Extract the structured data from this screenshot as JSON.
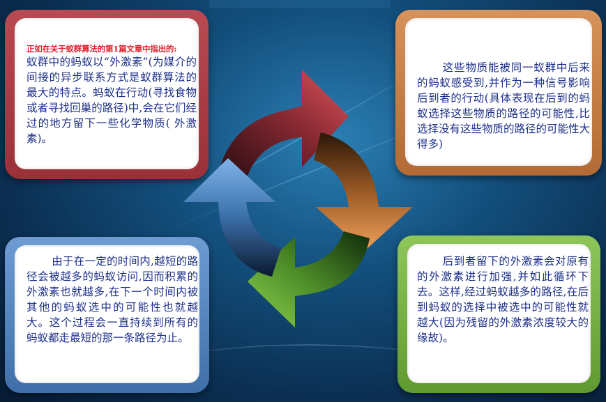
{
  "cards": {
    "top_left": {
      "lead": "正如在关于蚁群算法的第1篇文章中指出的:",
      "body": "蚁群中的蚂蚁以“外激素”(为媒介的间接的异步联系方式是蚁群算法的最大的特点。蚂蚁在行动(寻找食物或者寻找回巢的路径)中,会在它们经过的地方留下一些化学物质( 外激素)。"
    },
    "top_right": {
      "body": "这些物质能被同一蚁群中后来的蚂蚁感受到,并作为一种信号影响后到者的行动(具体表现在后到的蚂蚁选择这些物质的路径的可能性,比选择没有这些物质的路径的可能性大得多)"
    },
    "bottom_left": {
      "body": "由于在一定的时间内,越短的路径会被越多的蚂蚁访问,因而积累的外激素也就越多,在下一个时间内被其他的蚂蚁选中的可能性也就越大。这个过程会一直持续到所有的蚂蚁都走最短的那一条路径为止。"
    },
    "bottom_right": {
      "body": "后到者留下的外激素会对原有的外激素进行加强,并如此循环下去。这样,经过蚂蚁越多的路径,在后到蚂蚁的选择中被选中的可能性就越大(因为残留的外激素浓度较大的缘故)。"
    }
  },
  "colors": {
    "red": "#c0464e",
    "orange": "#d8904f",
    "green": "#7fbb4a",
    "blue": "#6a9fd6",
    "text": "#1c2f8a",
    "lead": "#e0202a"
  }
}
